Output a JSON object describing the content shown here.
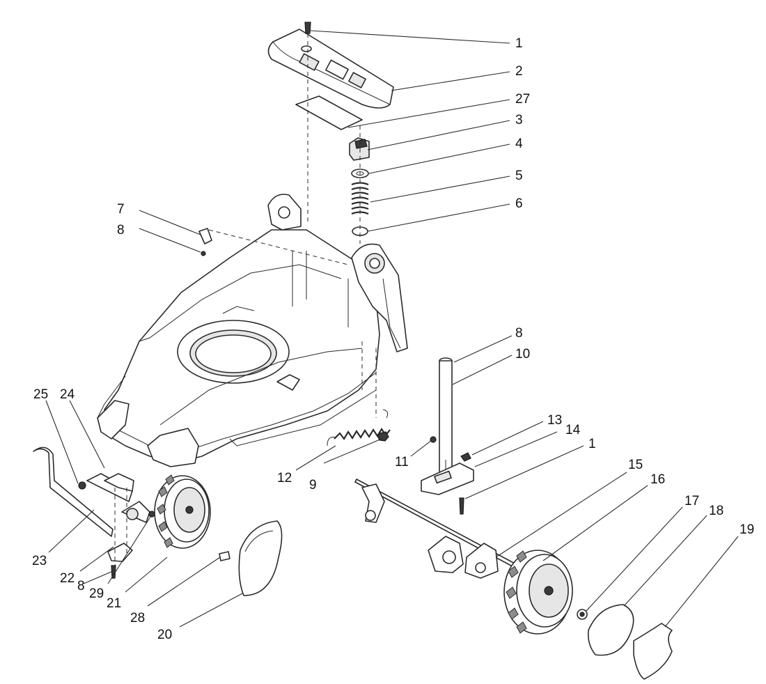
{
  "diagram": {
    "callouts": [
      {
        "id": "c1a",
        "label": "1"
      },
      {
        "id": "c2",
        "label": "2"
      },
      {
        "id": "c27",
        "label": "27"
      },
      {
        "id": "c3",
        "label": "3"
      },
      {
        "id": "c4",
        "label": "4"
      },
      {
        "id": "c5",
        "label": "5"
      },
      {
        "id": "c6",
        "label": "6"
      },
      {
        "id": "c7",
        "label": "7"
      },
      {
        "id": "c8a",
        "label": "8"
      },
      {
        "id": "c8b",
        "label": "8"
      },
      {
        "id": "c10",
        "label": "10"
      },
      {
        "id": "c13",
        "label": "13"
      },
      {
        "id": "c14",
        "label": "14"
      },
      {
        "id": "c1b",
        "label": "1"
      },
      {
        "id": "c15",
        "label": "15"
      },
      {
        "id": "c16",
        "label": "16"
      },
      {
        "id": "c17",
        "label": "17"
      },
      {
        "id": "c18",
        "label": "18"
      },
      {
        "id": "c19",
        "label": "19"
      },
      {
        "id": "c25",
        "label": "25"
      },
      {
        "id": "c24",
        "label": "24"
      },
      {
        "id": "c11",
        "label": "11"
      },
      {
        "id": "c12",
        "label": "12"
      },
      {
        "id": "c9",
        "label": "9"
      },
      {
        "id": "c23",
        "label": "23"
      },
      {
        "id": "c22",
        "label": "22"
      },
      {
        "id": "c8c",
        "label": "8"
      },
      {
        "id": "c29",
        "label": "29"
      },
      {
        "id": "c21",
        "label": "21"
      },
      {
        "id": "c28",
        "label": "28"
      },
      {
        "id": "c20",
        "label": "20"
      }
    ]
  }
}
